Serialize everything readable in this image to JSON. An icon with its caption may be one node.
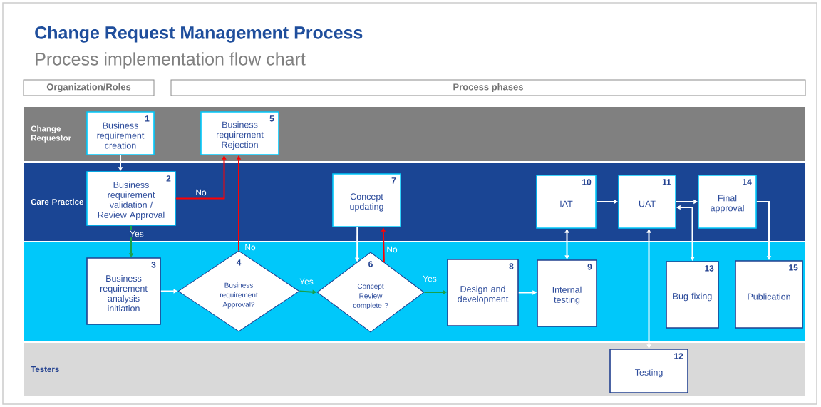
{
  "diagram": {
    "title": "Change Request Management Process",
    "caption": "Process implementation flow chart",
    "nodes": [
      {
        "text": [
          "Organization/Roles"
        ]
      },
      {
        "text": [
          "Process phases"
        ]
      },
      {
        "text": [
          "Change Requestor"
        ]
      },
      {
        "text": [
          "1",
          "Business requirement creation"
        ],
        "in": 2
      },
      {
        "text": [
          "5",
          "Business requirement Rejection"
        ],
        "in": 2
      },
      {
        "text": [
          "Care Practice"
        ]
      },
      {
        "text": [
          "2",
          "Business requirement validation / Review Approval"
        ],
        "in": 5
      },
      {
        "text": [
          "7",
          "Concept updating"
        ],
        "in": 5
      },
      {
        "text": [
          "10",
          "IAT"
        ],
        "in": 5
      },
      {
        "text": [
          "11",
          "UAT"
        ],
        "in": 5
      },
      {
        "text": [
          "14",
          "Final approval"
        ],
        "in": 5
      },
      {
        "text": [],
        "shape": "band"
      },
      {
        "text": [
          "3",
          "Business requirement analysis initiation"
        ],
        "in": 11
      },
      {
        "text": [
          "4",
          "Business requirement Approval?"
        ],
        "in": 11
      },
      {
        "text": [
          "6",
          "Concept Review complete ?"
        ],
        "in": 11
      },
      {
        "text": [
          "8",
          "Design and development"
        ],
        "in": 11
      },
      {
        "text": [
          "9",
          "Internal testing"
        ],
        "in": 11
      },
      {
        "text": [
          "13",
          "Bug fixing"
        ],
        "in": 11
      },
      {
        "text": [
          "15",
          "Publication"
        ],
        "in": 11
      },
      {
        "text": [
          "Testers"
        ]
      },
      {
        "text": [
          "12",
          "Testing"
        ],
        "in": 19
      }
    ],
    "edges": [
      {
        "from": 3,
        "to": 6,
        "arrow": "to"
      },
      {
        "from": 6,
        "to": 4,
        "arrow": "to",
        "label": "No",
        "color": "#ff0000"
      },
      {
        "from": 6,
        "to": 12,
        "arrow": "to",
        "label": "Yes",
        "color": "#1aa04a"
      },
      {
        "from": 12,
        "to": 13,
        "arrow": "to"
      },
      {
        "from": 13,
        "to": 4,
        "arrow": "to",
        "label": "No",
        "color": "#ff0000"
      },
      {
        "from": 13,
        "to": 14,
        "arrow": "to",
        "label": "Yes",
        "color": "#1aa04a"
      },
      {
        "from": 7,
        "to": 14,
        "arrow": "to"
      },
      {
        "from": 14,
        "to": 7,
        "arrow": "to",
        "label": "No",
        "color": "#ff0000"
      },
      {
        "from": 14,
        "to": 15,
        "arrow": "to",
        "label": "Yes",
        "color": "#1aa04a"
      },
      {
        "from": 15,
        "to": 16,
        "arrow": "to"
      },
      {
        "from": 16,
        "to": 8,
        "arrow": "both"
      },
      {
        "from": 8,
        "to": 9,
        "arrow": "to"
      },
      {
        "from": 9,
        "to": 10,
        "arrow": "to"
      },
      {
        "from": 17,
        "to": 9,
        "arrow": "both"
      },
      {
        "from": 20,
        "to": 9,
        "arrow": "both"
      },
      {
        "from": 10,
        "to": 18,
        "arrow": "to"
      }
    ]
  }
}
